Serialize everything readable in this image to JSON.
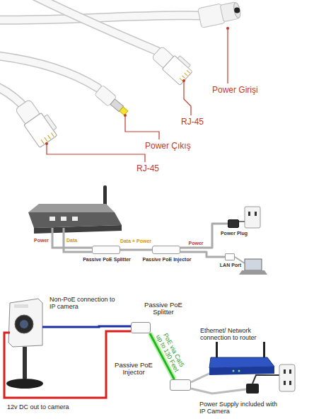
{
  "diagram": {
    "nodes": [
      {
        "text": [
          "Passive PoE Splitter"
        ]
      },
      {
        "text": [
          "Passive PoE Injector"
        ]
      },
      {
        "text": [
          "Power Plug"
        ]
      },
      {
        "text": [
          "LAN Port"
        ]
      },
      {
        "text": [
          "Passive PoE Splitter"
        ]
      },
      {
        "text": [
          "Passive PoE Injector"
        ]
      }
    ],
    "edges": [
      {
        "from": 0,
        "to": 1,
        "label": "Data + Power",
        "arrow": "none"
      },
      {
        "from": 1,
        "to": 2,
        "label": "Power",
        "arrow": "none"
      },
      {
        "from": 1,
        "to": 3,
        "arrow": "none"
      },
      {
        "from": 4,
        "to": 5,
        "label": "PoE via Cat5 up to 130 Feet",
        "arrow": "none"
      }
    ],
    "labels": [
      "Power Girişi",
      "RJ-45",
      "Power Çıkış",
      "RJ-45",
      "Power",
      "Data",
      "Non-PoE connection to IP camera",
      "12v DC out to camera",
      "Ethernet/ Network connection to router",
      "Power Supply included with IP Camera"
    ]
  }
}
